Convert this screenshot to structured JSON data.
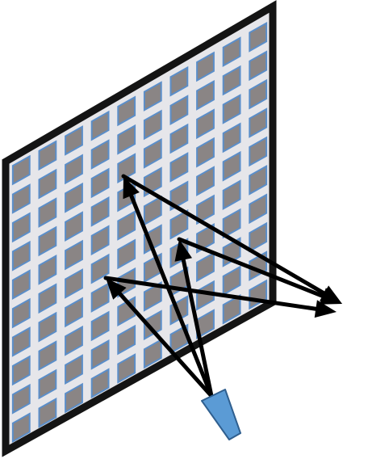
{
  "diagram": {
    "surface": {
      "rows": 10,
      "cols": 10,
      "panel_fill": "#E6E6EA",
      "frame_color": "#141414",
      "cell_fill": "#8A8585",
      "cell_stroke": "#5B8EC9"
    },
    "source": {
      "fill": "#5B9BD5",
      "stroke": "#2F5F8F"
    },
    "arrows": {
      "color": "#000000",
      "paths": [
        {
          "from": "source",
          "via": "reflector_upper_left",
          "to": "receiver_right_upper"
        },
        {
          "from": "source",
          "via": "reflector_center",
          "to": "receiver_right_upper"
        },
        {
          "from": "source",
          "via": "reflector_left",
          "to": "receiver_right_lower"
        }
      ]
    }
  }
}
